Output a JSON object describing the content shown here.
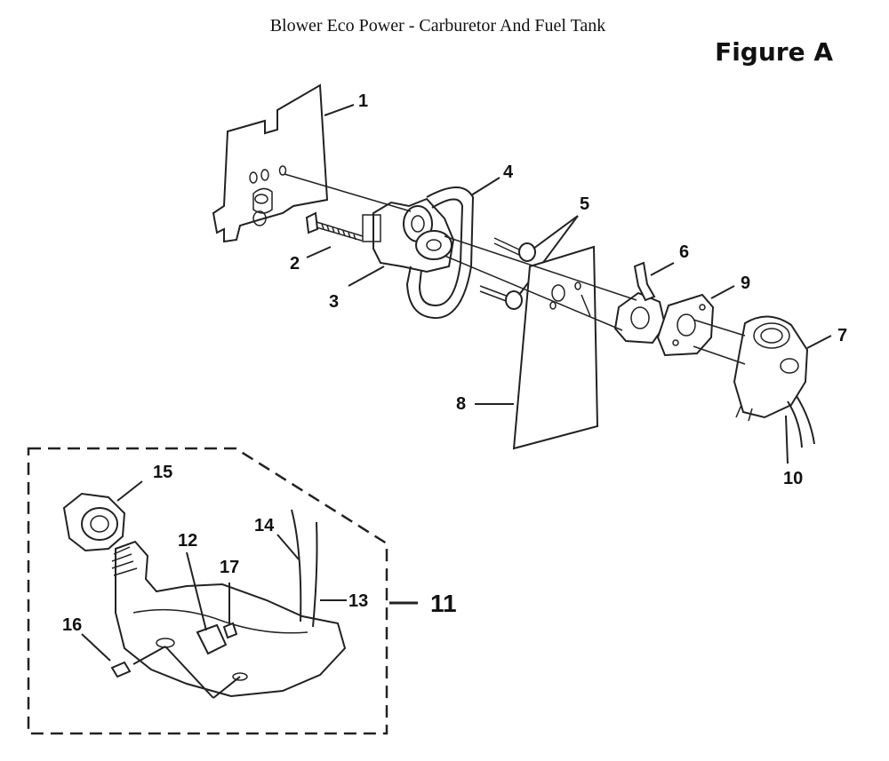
{
  "header": {
    "title": "Blower Eco Power - Carburetor And Fuel Tank",
    "figure_label": "Figure A"
  },
  "callouts": {
    "c1": "1",
    "c2": "2",
    "c3": "3",
    "c4": "4",
    "c5": "5",
    "c6": "6",
    "c7": "7",
    "c8": "8",
    "c9": "9",
    "c10": "10",
    "c11": "11",
    "c12": "12",
    "c13": "13",
    "c14": "14",
    "c15": "15",
    "c16": "16",
    "c17": "17"
  }
}
